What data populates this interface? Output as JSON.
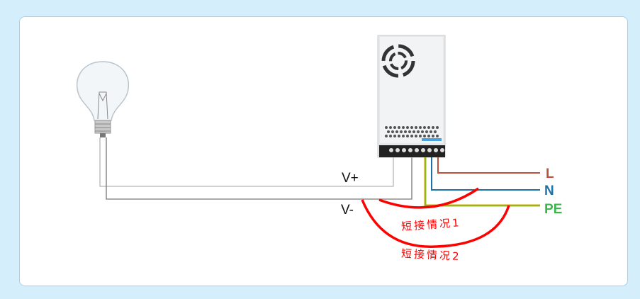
{
  "labels": {
    "v_plus": "V+",
    "v_minus": "V-",
    "L": "L",
    "N": "N",
    "PE": "PE"
  },
  "annotations": {
    "short1": "短接情况1",
    "short2": "短接情况2"
  },
  "colors": {
    "L": "#c0503c",
    "N": "#1f6fa8",
    "PE": "#55b948",
    "PE_core": "#d4b000",
    "short": "#ff0000",
    "card_border": "#9fd3f1",
    "background": "#d5eefb"
  }
}
